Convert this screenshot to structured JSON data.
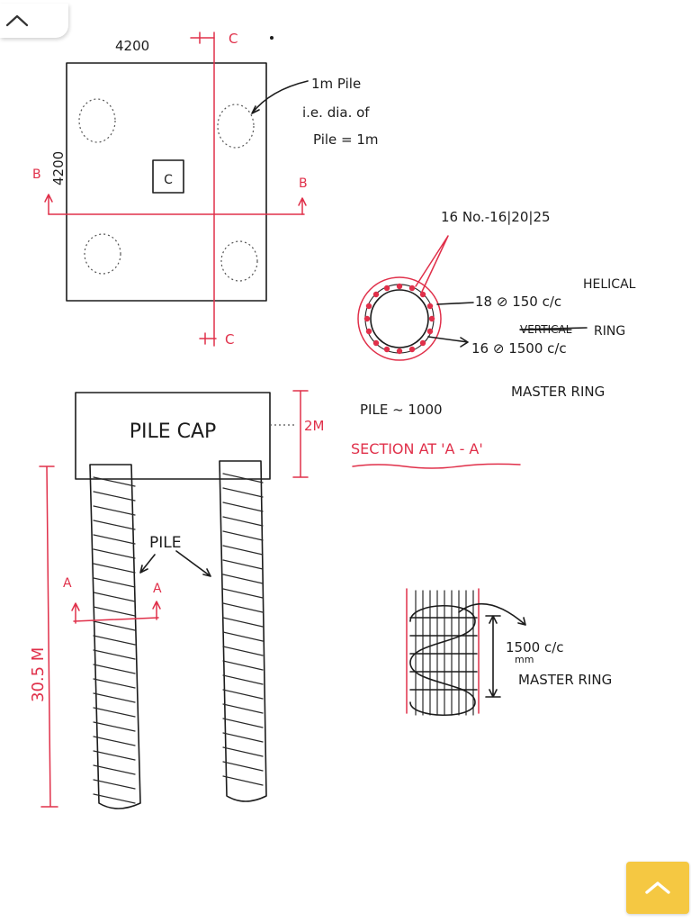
{
  "ui": {
    "collapse_icon": "chevron-up-icon",
    "scroll_top_icon": "chevron-up-icon",
    "scroll_top_color": "#f5c842"
  },
  "plan": {
    "width_dim": "4200",
    "height_dim": "4200",
    "column_label": "C",
    "section_c_top": "C",
    "section_c_bottom": "C",
    "section_b_left": "B",
    "section_b_right": "B",
    "pile_note": [
      "1m Pile",
      "i.e. dia. of",
      "Pile = 1m"
    ]
  },
  "section": {
    "bar_note": "16 No.-16|20|25",
    "helical_label": "HELICAL",
    "helical_spec": "18 ⊘ 150 c/c",
    "vertical_struck": "VERTICAL",
    "ring_label": "RING",
    "master_spec": "16 ⊘ 1500 c/c",
    "master_label": "MASTER RING",
    "pile_size": "PILE ~ 1000",
    "section_title": "SECTION AT 'A - A'"
  },
  "elevation": {
    "cap_label": "PILE CAP",
    "cap_depth": "2M",
    "pile_length": "30.5 M",
    "pile_label": "PILE",
    "section_a_left": "A",
    "section_a_right": "A"
  },
  "detail": {
    "spacing": "1500 c/c",
    "unit": "mm",
    "label": "MASTER RING"
  },
  "colors": {
    "ink": "#1c1c1c",
    "red_ink": "#e0304a"
  }
}
